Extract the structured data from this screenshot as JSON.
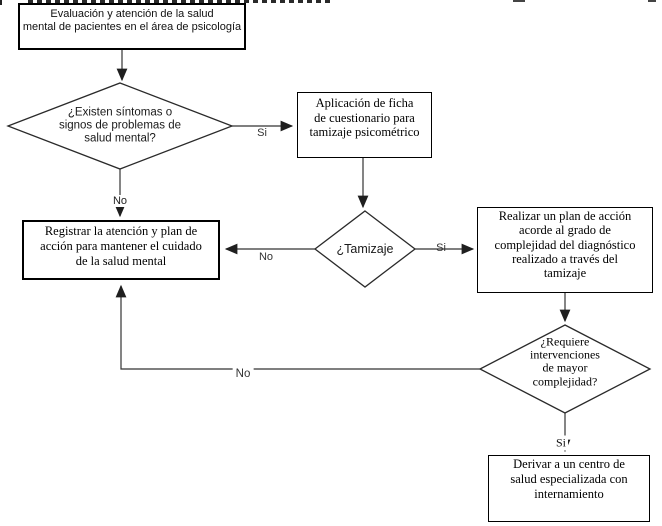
{
  "nodes": {
    "start": {
      "type": "process",
      "lines": [
        "Evaluación y atención de la salud",
        "mental de pacientes en el área de psicología"
      ]
    },
    "decision_symptoms": {
      "type": "decision",
      "lines": [
        "¿Existen síntomas o",
        "signos de problemas de",
        "salud mental?"
      ]
    },
    "apply_questionnaire": {
      "type": "process",
      "lines": [
        "Aplicación de ficha",
        "de cuestionario para",
        "tamizaje psicométrico"
      ]
    },
    "register_attention": {
      "type": "process",
      "lines": [
        "Registrar la atención  y plan de",
        "acción  para mantener  el cuidado",
        "de la salud mental"
      ]
    },
    "decision_tamizaje": {
      "type": "decision",
      "lines": [
        "¿Tamizaje"
      ]
    },
    "action_plan": {
      "type": "process",
      "lines": [
        "Realizar  un plan de acción",
        "acorde al grado de",
        "complejidad  del diagnóstico",
        "realizado  a través del",
        "tamizaje"
      ]
    },
    "decision_complexity": {
      "type": "decision",
      "lines": [
        "¿Requiere",
        "intervenciones",
        "de mayor",
        "complejidad?"
      ]
    },
    "refer_center": {
      "type": "process",
      "lines": [
        "Derivar a un centro de",
        "salud especializada  con",
        "internamiento"
      ]
    }
  },
  "edge_labels": {
    "symptoms_si": "Si",
    "symptoms_no": "No",
    "tamizaje_no": "No",
    "tamizaje_si": "Si",
    "complexity_no": "No",
    "complexity_si": "Si"
  },
  "colors": {
    "background": "#ffffff",
    "line": "#333333",
    "box_border": "#000000",
    "arrow": "#1f1f1f",
    "text": "#000000"
  }
}
